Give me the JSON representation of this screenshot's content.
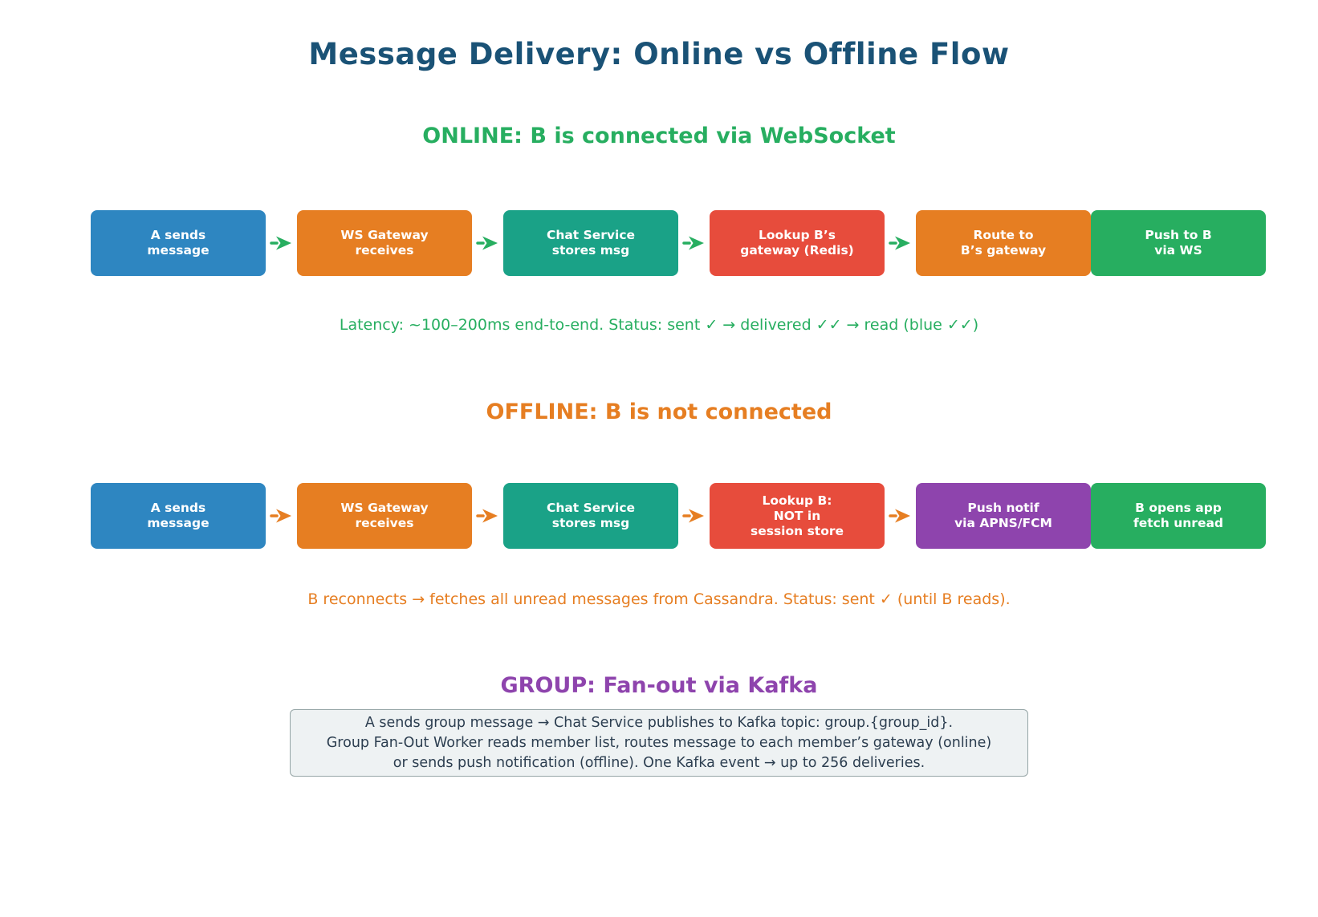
{
  "title": "Message Delivery: Online vs Offline Flow",
  "title_color": "#1a5276",
  "online": {
    "heading": "ONLINE: B is connected via WebSocket",
    "heading_color": "#27ae60",
    "caption": "Latency: ~100–200ms end-to-end. Status: sent ✓ → delivered ✓✓ → read (blue ✓✓)",
    "caption_color": "#27ae60",
    "arrow_color": "#27ae60",
    "steps": [
      {
        "lines": [
          "A sends",
          "message"
        ],
        "color": "#2e86c1",
        "arrow_after": true
      },
      {
        "lines": [
          "WS Gateway",
          "receives"
        ],
        "color": "#e67e22",
        "arrow_after": true
      },
      {
        "lines": [
          "Chat Service",
          "stores msg"
        ],
        "color": "#1aa287",
        "arrow_after": true
      },
      {
        "lines": [
          "Lookup B’s",
          "gateway (Redis)"
        ],
        "color": "#e74c3c",
        "arrow_after": true
      },
      {
        "lines": [
          "Route to",
          "B’s gateway"
        ],
        "color": "#e67e22",
        "arrow_after": false
      },
      {
        "lines": [
          "Push to B",
          "via WS"
        ],
        "color": "#27ae60",
        "arrow_after": false
      }
    ]
  },
  "offline": {
    "heading": "OFFLINE: B is not connected",
    "heading_color": "#e67e22",
    "caption": "B reconnects → fetches all unread messages from Cassandra. Status: sent ✓ (until B reads).",
    "caption_color": "#e67e22",
    "arrow_color": "#e67e22",
    "steps": [
      {
        "lines": [
          "A sends",
          "message"
        ],
        "color": "#2e86c1",
        "arrow_after": true
      },
      {
        "lines": [
          "WS Gateway",
          "receives"
        ],
        "color": "#e67e22",
        "arrow_after": true
      },
      {
        "lines": [
          "Chat Service",
          "stores msg"
        ],
        "color": "#1aa287",
        "arrow_after": true
      },
      {
        "lines": [
          "Lookup B:",
          "NOT in",
          "session store"
        ],
        "color": "#e74c3c",
        "arrow_after": true
      },
      {
        "lines": [
          "Push notif",
          "via APNS/FCM"
        ],
        "color": "#8e44ad",
        "arrow_after": true,
        "arrow_overlap": true
      },
      {
        "lines": [
          "B opens app",
          "fetch unread"
        ],
        "color": "#27ae60",
        "arrow_after": false
      }
    ]
  },
  "group": {
    "heading": "GROUP: Fan-out via Kafka",
    "heading_color": "#8e44ad",
    "box_background": "#eef2f3",
    "box_border": "#95a5a6",
    "text_color": "#2c3e50",
    "lines": [
      "A sends group message → Chat Service publishes to Kafka topic: group.{group_id}.",
      "Group Fan-Out Worker reads member list, routes message to each member’s gateway (online)",
      "or sends push notification (offline). One Kafka event → up to 256 deliveries."
    ]
  }
}
